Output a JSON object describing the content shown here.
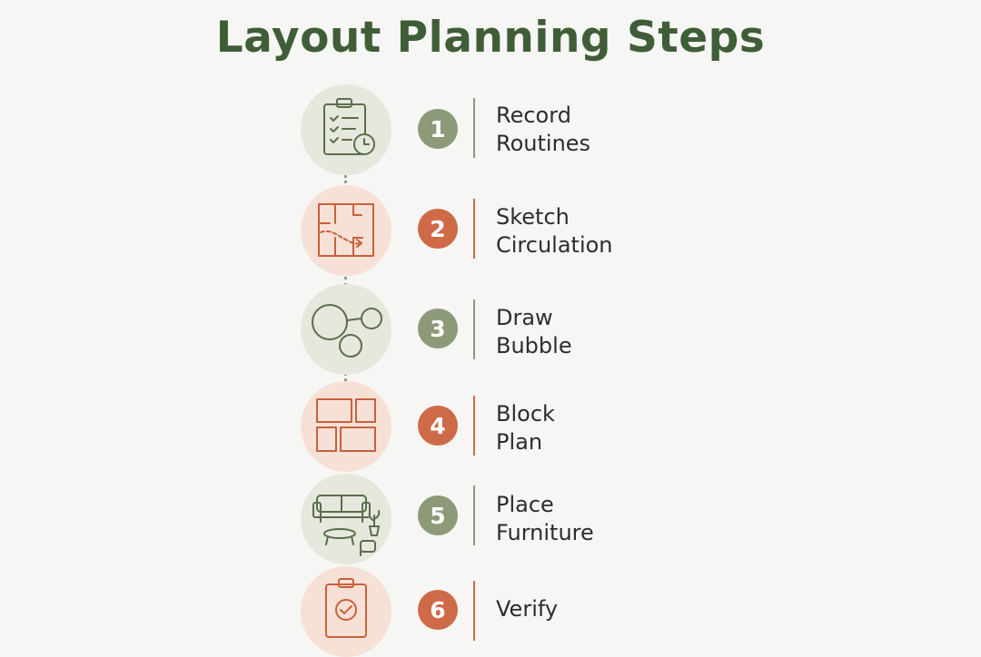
{
  "title": "Layout Planning Steps",
  "colors": {
    "title": "#3f5e38",
    "green_accent": "#8c9a78",
    "orange_accent": "#cf6a48",
    "green_circle_bg": "#e6e7dd",
    "orange_circle_bg": "#f7e1d6"
  },
  "steps": [
    {
      "number": "1",
      "label": "Record\nRoutines",
      "icon": "clipboard-checklist-clock-icon",
      "color": "green"
    },
    {
      "number": "2",
      "label": "Sketch\nCirculation",
      "icon": "floor-plan-path-icon",
      "color": "orange"
    },
    {
      "number": "3",
      "label": "Draw\nBubble",
      "icon": "bubble-diagram-icon",
      "color": "green"
    },
    {
      "number": "4",
      "label": "Block\nPlan",
      "icon": "block-plan-icon",
      "color": "orange"
    },
    {
      "number": "5",
      "label": "Place\nFurniture",
      "icon": "furniture-icon",
      "color": "green"
    },
    {
      "number": "6",
      "label": "Verify",
      "icon": "clipboard-check-icon",
      "color": "orange"
    }
  ]
}
